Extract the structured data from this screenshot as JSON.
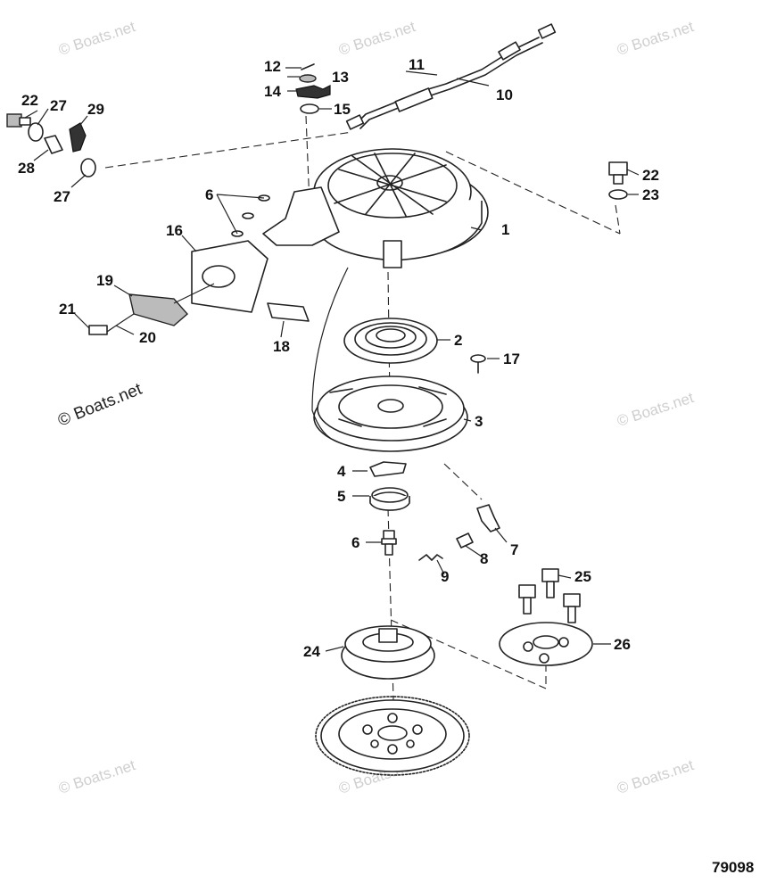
{
  "figure_number": "79098",
  "watermark_text": "© Boats.net",
  "callouts": [
    {
      "id": "c1",
      "label": "1"
    },
    {
      "id": "c2",
      "label": "2"
    },
    {
      "id": "c3",
      "label": "3"
    },
    {
      "id": "c4",
      "label": "4"
    },
    {
      "id": "c5",
      "label": "5"
    },
    {
      "id": "c6a",
      "label": "6"
    },
    {
      "id": "c6b",
      "label": "6"
    },
    {
      "id": "c7",
      "label": "7"
    },
    {
      "id": "c8",
      "label": "8"
    },
    {
      "id": "c9",
      "label": "9"
    },
    {
      "id": "c10",
      "label": "10"
    },
    {
      "id": "c11",
      "label": "11"
    },
    {
      "id": "c12",
      "label": "12"
    },
    {
      "id": "c13",
      "label": "13"
    },
    {
      "id": "c14",
      "label": "14"
    },
    {
      "id": "c15",
      "label": "15"
    },
    {
      "id": "c16",
      "label": "16"
    },
    {
      "id": "c17",
      "label": "17"
    },
    {
      "id": "c18",
      "label": "18"
    },
    {
      "id": "c19",
      "label": "19"
    },
    {
      "id": "c20",
      "label": "20"
    },
    {
      "id": "c21",
      "label": "21"
    },
    {
      "id": "c22a",
      "label": "22"
    },
    {
      "id": "c22b",
      "label": "22"
    },
    {
      "id": "c23",
      "label": "23"
    },
    {
      "id": "c24",
      "label": "24"
    },
    {
      "id": "c25",
      "label": "25"
    },
    {
      "id": "c26",
      "label": "26"
    },
    {
      "id": "c27a",
      "label": "27"
    },
    {
      "id": "c27b",
      "label": "27"
    },
    {
      "id": "c28",
      "label": "28"
    },
    {
      "id": "c29",
      "label": "29"
    }
  ]
}
